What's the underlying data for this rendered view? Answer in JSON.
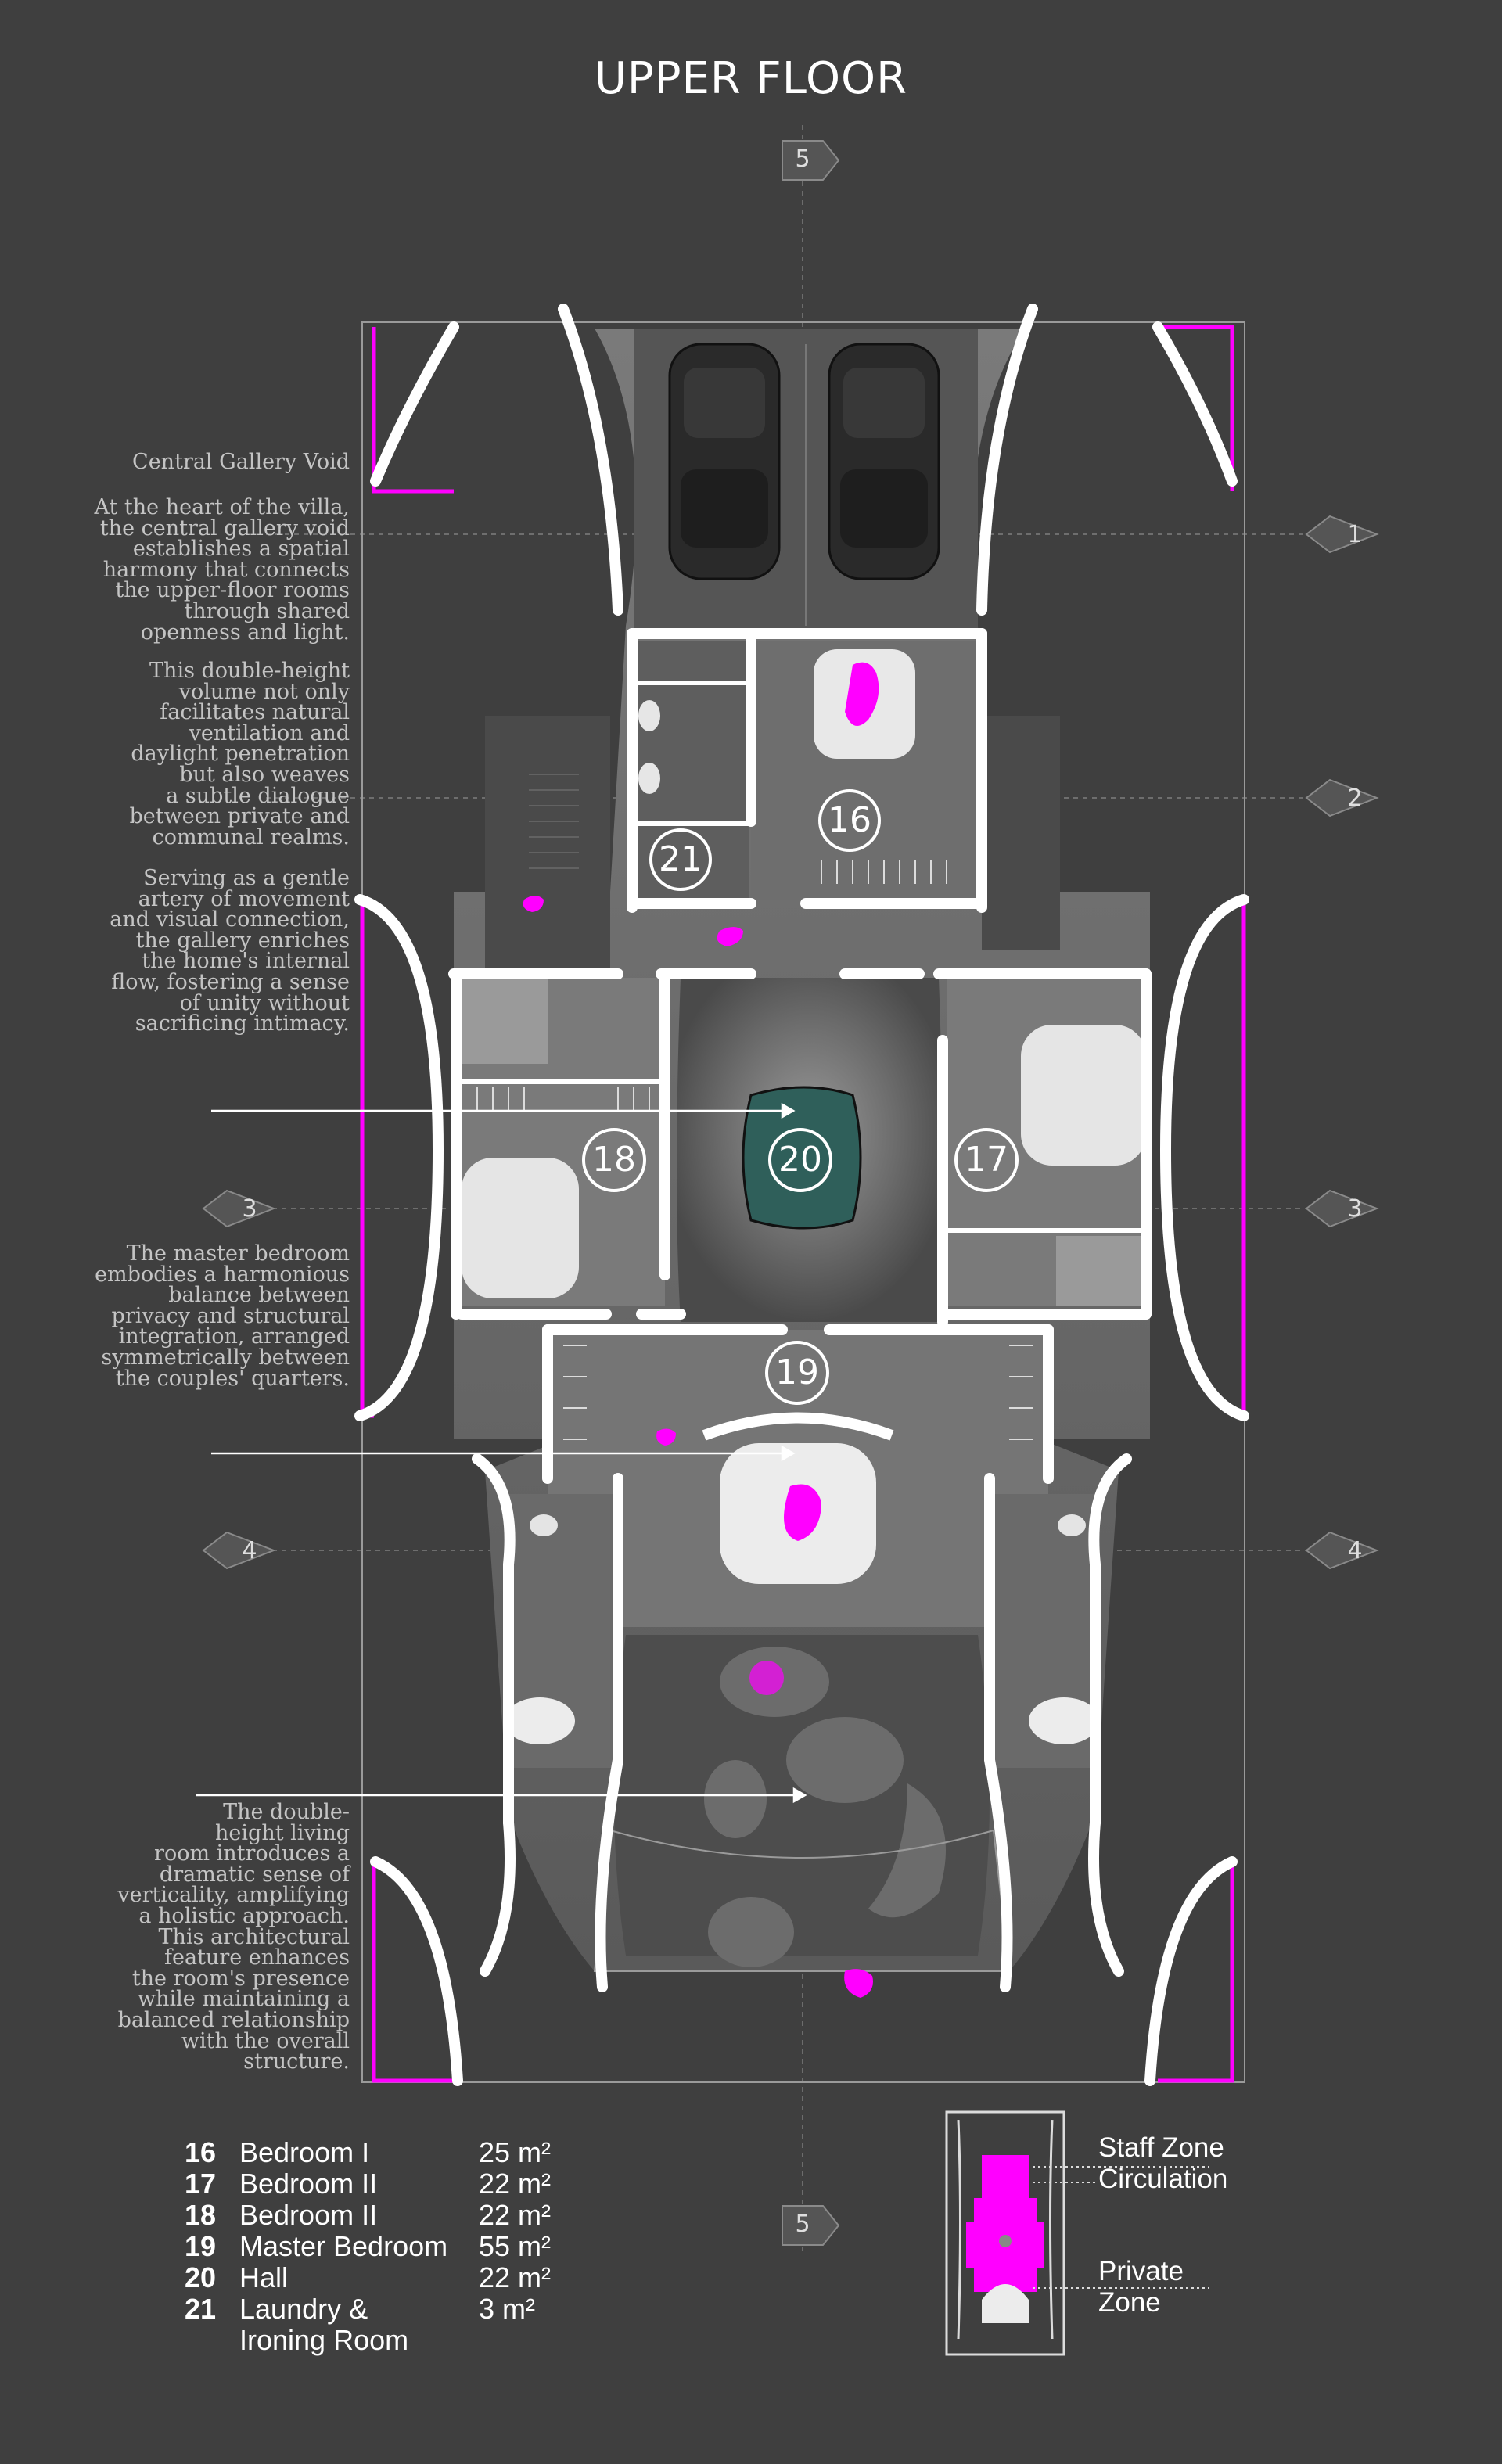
{
  "title": "UPPER FLOOR",
  "axes": {
    "top_5": "5",
    "bottom_5": "5",
    "row_1": "1",
    "row_2": "2",
    "row_3_left": "3",
    "row_3_right": "3",
    "row_4_left": "4",
    "row_4_right": "4"
  },
  "notes": {
    "gallery_heading": "Central Gallery Void",
    "gallery_p1": "At the heart of the villa,\nthe central gallery void\nestablishes a spatial\nharmony that connects\nthe upper-floor rooms\nthrough shared\nopenness and light.",
    "gallery_p2": "This double-height\nvolume not only\nfacilitates natural\nventilation and\ndaylight penetration\nbut also weaves\na subtle dialogue\nbetween private and\ncommunal realms.",
    "gallery_p3": "Serving as a gentle\nartery of movement\nand visual connection,\nthe gallery enriches\nthe home's internal\nflow, fostering a sense\nof unity without\nsacrificing intimacy.",
    "master": "The master bedroom\nembodies a harmonious\nbalance between\nprivacy and structural\nintegration, arranged\nsymmetrically between\nthe couples' quarters.",
    "living": "The double-\nheight living\nroom introduces a\ndramatic sense of\nverticality, amplifying\na holistic approach.\nThis architectural\nfeature enhances\nthe room's presence\nwhile maintaining a\nbalanced relationship\nwith the overall\nstructure."
  },
  "room_markers": {
    "r16": "16",
    "r17": "17",
    "r18": "18",
    "r19": "19",
    "r20": "20",
    "r21": "21"
  },
  "legend": [
    {
      "id": "16",
      "name": "Bedroom I",
      "area": "25 m²"
    },
    {
      "id": "17",
      "name": "Bedroom II",
      "area": "22 m²"
    },
    {
      "id": "18",
      "name": "Bedroom II",
      "area": "22 m²"
    },
    {
      "id": "19",
      "name": "Master Bedroom",
      "area": "55 m²"
    },
    {
      "id": "20",
      "name": "Hall",
      "area": "22 m²"
    },
    {
      "id": "21",
      "name": "Laundry &\nIroning Room",
      "area": "3 m²"
    }
  ],
  "zones": {
    "staff": "Staff Zone\nCirculation",
    "private": "Private\nZone"
  },
  "colors": {
    "background": "#3f3f3f",
    "wall": "#ffffff",
    "accent_magenta": "#ff00ff",
    "hall_teal": "#2f5f5a"
  }
}
